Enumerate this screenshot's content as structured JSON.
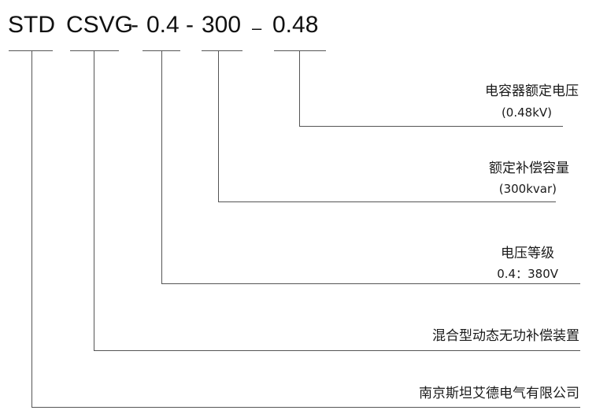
{
  "model_code": {
    "seg1": "STD",
    "seg2": "CSVG",
    "sep1": "-",
    "seg3": "0.4",
    "sep2": "-",
    "seg4": "300",
    "sep3": "–",
    "seg5": "0.48"
  },
  "labels": {
    "capacitor_voltage": "电容器额定电压",
    "capacitor_voltage_value": "(0.48kV)",
    "rated_capacity": "额定补偿容量",
    "rated_capacity_value": "(300kvar)",
    "voltage_level": "电压等级",
    "voltage_level_value": "0.4：380V",
    "device_type": "混合型动态无功补偿装置",
    "company": "南京斯坦艾德电气有限公司"
  },
  "colors": {
    "line": "#555555",
    "text": "#111111"
  }
}
